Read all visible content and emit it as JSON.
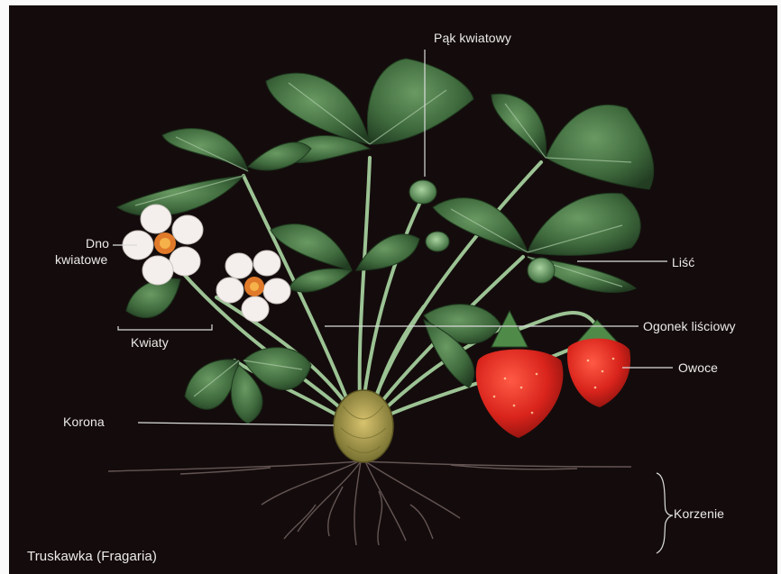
{
  "diagram": {
    "caption": "Truskawka (Fragaria)",
    "labels": {
      "bud": "Pąk kwiatowy",
      "receptacle_line1": "Dno",
      "receptacle_line2": "kwiatowe",
      "leaf": "Liść",
      "petiole": "Ogonek liściowy",
      "flowers": "Kwiaty",
      "fruits": "Owoce",
      "crown": "Korona",
      "roots": "Korzenie"
    }
  },
  "colors": {
    "background": "#140c0c",
    "leaf": "#3f6a3d",
    "leaf_vein": "#a9c9a4",
    "stem": "#9cc394",
    "petal": "#f4efec",
    "flower_center": "#e07a2a",
    "fruit": "#d9241c",
    "crown": "#a99c4a",
    "root": "#6d5d5c",
    "leader_line": "#dcdcdc"
  }
}
